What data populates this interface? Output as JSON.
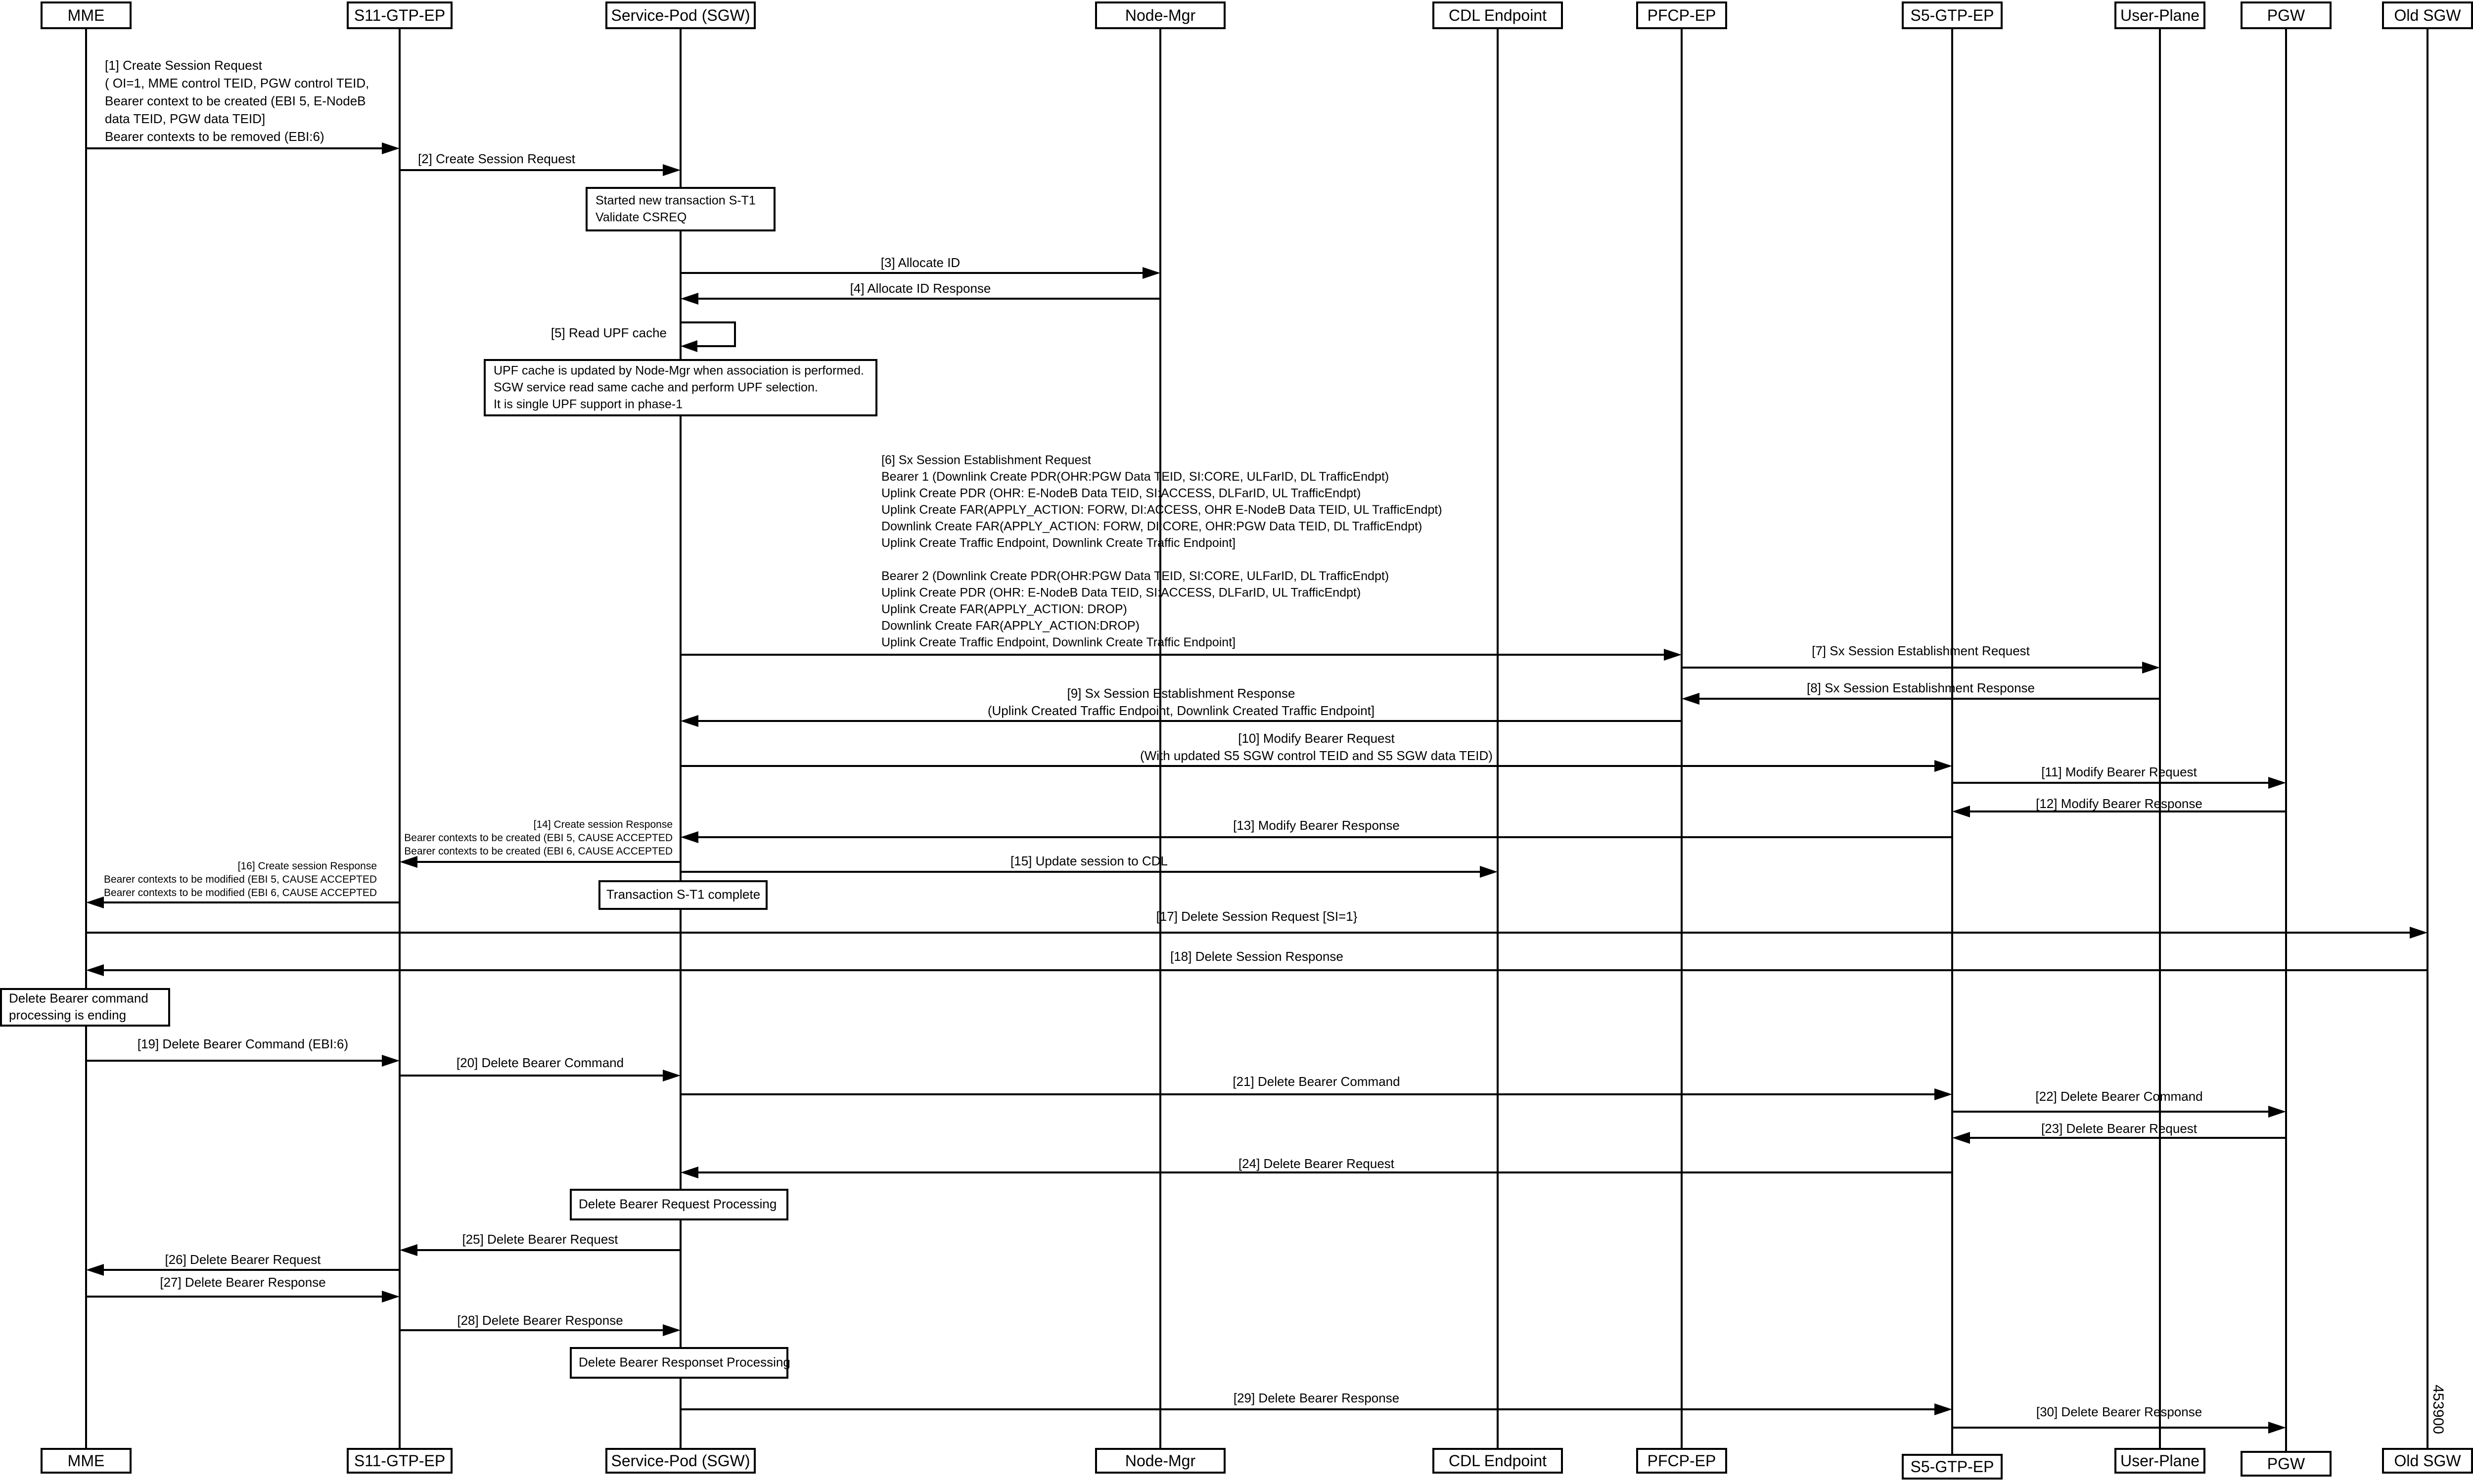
{
  "participants": {
    "mme": "MME",
    "s11": "S11-GTP-EP",
    "sgw": "Service-Pod (SGW)",
    "nodemgr": "Node-Mgr",
    "cdl": "CDL Endpoint",
    "pfcp": "PFCP-EP",
    "s5": "S5-GTP-EP",
    "up": "User-Plane",
    "pgw": "PGW",
    "oldsgw": "Old SGW"
  },
  "messages": [
    {
      "id": "m1",
      "from": "mme",
      "to": "s11",
      "lines": [
        "[1] Create Session Request",
        "( OI=1, MME control TEID, PGW control TEID,",
        "Bearer context to be created (EBI 5, E-NodeB",
        "data TEID,  PGW data TEID]",
        "Bearer contexts to be removed (EBI:6)"
      ]
    },
    {
      "id": "m2",
      "from": "s11",
      "to": "sgw",
      "lines": [
        "[2] Create Session Request"
      ]
    },
    {
      "id": "m3",
      "from": "sgw",
      "to": "nodemgr",
      "lines": [
        "[3] Allocate ID"
      ]
    },
    {
      "id": "m4",
      "from": "nodemgr",
      "to": "sgw",
      "lines": [
        "[4] Allocate ID Response"
      ]
    },
    {
      "id": "m5",
      "from": "sgw",
      "to": "sgw",
      "lines": [
        "[5] Read UPF cache"
      ]
    },
    {
      "id": "m6",
      "from": "sgw",
      "to": "pfcp",
      "lines": [
        "[6] Sx Session Establishment Request",
        "Bearer 1 (Downlink Create PDR(OHR:PGW Data TEID, SI:CORE, ULFarID, DL TrafficEndpt)",
        "Uplink Create PDR (OHR: E-NodeB Data TEID, SI:ACCESS, DLFarID, UL TrafficEndpt)",
        "Uplink Create FAR(APPLY_ACTION: FORW, DI:ACCESS, OHR E-NodeB Data TEID, UL TrafficEndpt)",
        "Downlink Create FAR(APPLY_ACTION: FORW, DI:CORE, OHR:PGW Data TEID, DL TrafficEndpt)",
        "Uplink Create Traffic Endpoint, Downlink Create Traffic Endpoint]",
        "",
        "Bearer 2 (Downlink Create PDR(OHR:PGW Data TEID, SI:CORE, ULFarID, DL TrafficEndpt)",
        "Uplink Create PDR (OHR: E-NodeB Data TEID, SI:ACCESS, DLFarID, UL TrafficEndpt)",
        "Uplink Create FAR(APPLY_ACTION: DROP)",
        "Downlink Create FAR(APPLY_ACTION:DROP)",
        "Uplink Create Traffic  Endpoint, Downlink Create Traffic  Endpoint]"
      ]
    },
    {
      "id": "m7",
      "from": "pfcp",
      "to": "up",
      "lines": [
        "[7] Sx Session Establishment Request"
      ]
    },
    {
      "id": "m8",
      "from": "up",
      "to": "pfcp",
      "lines": [
        "[8] Sx Session Establishment Response"
      ]
    },
    {
      "id": "m9",
      "from": "pfcp",
      "to": "sgw",
      "lines": [
        "[9] Sx Session Establishment Response",
        "(Uplink Created Traffic Endpoint, Downlink Created Traffic Endpoint]"
      ]
    },
    {
      "id": "m10",
      "from": "sgw",
      "to": "s5",
      "lines": [
        "[10] Modify Bearer Request",
        "(With updated S5 SGW control TEID and S5 SGW data TEID)"
      ]
    },
    {
      "id": "m11",
      "from": "s5",
      "to": "pgw",
      "lines": [
        "[11] Modify Bearer Request"
      ]
    },
    {
      "id": "m12",
      "from": "pgw",
      "to": "s5",
      "lines": [
        "[12] Modify Bearer Response"
      ]
    },
    {
      "id": "m13",
      "from": "s5",
      "to": "sgw",
      "lines": [
        "[13] Modify Bearer Response"
      ]
    },
    {
      "id": "m14",
      "from": "sgw",
      "to": "s11",
      "lines": [
        "[14] Create session Response",
        "Bearer contexts to be created (EBI 5, CAUSE ACCEPTED",
        "Bearer contexts to be created (EBI 6, CAUSE ACCEPTED"
      ]
    },
    {
      "id": "m15",
      "from": "sgw",
      "to": "cdl",
      "lines": [
        "[15] Update session to CDL"
      ]
    },
    {
      "id": "m16",
      "from": "s11",
      "to": "mme",
      "lines": [
        "[16] Create session Response",
        "Bearer contexts to be modified (EBI 5, CAUSE ACCEPTED",
        "Bearer contexts to be modified (EBI 6, CAUSE ACCEPTED"
      ]
    },
    {
      "id": "m17",
      "from": "mme",
      "to": "oldsgw",
      "lines": [
        "[17] Delete Session Request  [SI=1}"
      ]
    },
    {
      "id": "m18",
      "from": "oldsgw",
      "to": "mme",
      "lines": [
        "[18] Delete Session Response"
      ]
    },
    {
      "id": "m19",
      "from": "mme",
      "to": "s11",
      "lines": [
        "[19] Delete Bearer Command (EBI:6)"
      ]
    },
    {
      "id": "m20",
      "from": "s11",
      "to": "sgw",
      "lines": [
        "[20] Delete Bearer Command"
      ]
    },
    {
      "id": "m21",
      "from": "sgw",
      "to": "s5",
      "lines": [
        "[21] Delete Bearer Command"
      ]
    },
    {
      "id": "m22",
      "from": "s5",
      "to": "pgw",
      "lines": [
        "[22] Delete Bearer Command"
      ]
    },
    {
      "id": "m23",
      "from": "pgw",
      "to": "s5",
      "lines": [
        "[23] Delete Bearer Request"
      ]
    },
    {
      "id": "m24",
      "from": "s5",
      "to": "sgw",
      "lines": [
        "[24] Delete Bearer Request"
      ]
    },
    {
      "id": "m25",
      "from": "sgw",
      "to": "s11",
      "lines": [
        "[25] Delete Bearer Request"
      ]
    },
    {
      "id": "m26",
      "from": "s11",
      "to": "mme",
      "lines": [
        "[26] Delete Bearer Request"
      ]
    },
    {
      "id": "m27",
      "from": "mme",
      "to": "s11",
      "lines": [
        "[27] Delete Bearer Response"
      ]
    },
    {
      "id": "m28",
      "from": "s11",
      "to": "sgw",
      "lines": [
        "[28] Delete Bearer Response"
      ]
    },
    {
      "id": "m29",
      "from": "sgw",
      "to": "s5",
      "lines": [
        "[29] Delete Bearer Response"
      ]
    },
    {
      "id": "m30",
      "from": "s5",
      "to": "pgw",
      "lines": [
        "[30] Delete Bearer Response"
      ]
    }
  ],
  "notes": [
    {
      "id": "n1",
      "lines": [
        "Started new transaction S-T1",
        "Validate CSREQ"
      ]
    },
    {
      "id": "n2",
      "lines": [
        "UPF cache is updated by Node-Mgr when association is performed.",
        "SGW service read same cache and perform UPF selection.",
        "It is single UPF support in phase-1"
      ]
    },
    {
      "id": "n3",
      "lines": [
        "Transaction S-T1 complete"
      ]
    },
    {
      "id": "n4",
      "lines": [
        "Delete Bearer command",
        "processing is ending"
      ]
    },
    {
      "id": "n5",
      "lines": [
        "Delete Bearer Request Processing"
      ]
    },
    {
      "id": "n6",
      "lines": [
        "Delete Bearer Responset Processing"
      ]
    }
  ],
  "figure_id": "453900"
}
